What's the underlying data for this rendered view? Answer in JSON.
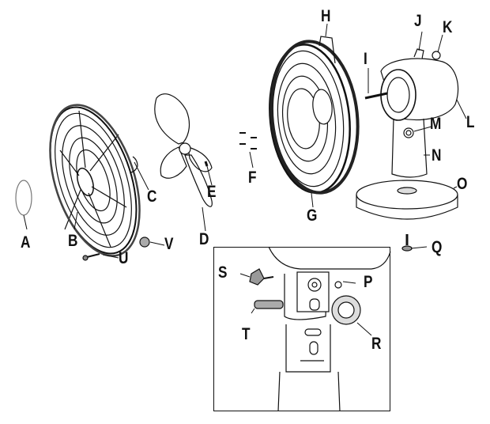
{
  "parts": [
    {
      "key": "A",
      "name": "grille-clip"
    },
    {
      "key": "B",
      "name": "front-grille"
    },
    {
      "key": "C",
      "name": "spinner-nut"
    },
    {
      "key": "D",
      "name": "fan-blade"
    },
    {
      "key": "E",
      "name": "blade-screw"
    },
    {
      "key": "F",
      "name": "grille-screws"
    },
    {
      "key": "G",
      "name": "rear-grille"
    },
    {
      "key": "H",
      "name": "carry-handle"
    },
    {
      "key": "I",
      "name": "motor-shaft"
    },
    {
      "key": "J",
      "name": "oscillation-knob"
    },
    {
      "key": "K",
      "name": "speed-switch"
    },
    {
      "key": "L",
      "name": "motor-housing"
    },
    {
      "key": "M",
      "name": "tilt-knob"
    },
    {
      "key": "N",
      "name": "pole"
    },
    {
      "key": "O",
      "name": "base"
    },
    {
      "key": "P",
      "name": "small-screw"
    },
    {
      "key": "Q",
      "name": "base-bolt"
    },
    {
      "key": "R",
      "name": "tilt-gear"
    },
    {
      "key": "S",
      "name": "tilt-knob-detail"
    },
    {
      "key": "T",
      "name": "tilt-spring"
    },
    {
      "key": "U",
      "name": "clamp-screw"
    },
    {
      "key": "V",
      "name": "clamp-nut"
    }
  ],
  "colors": {
    "line": "#111111",
    "fill": "#ffffff",
    "shade": "#cfcfcf",
    "dark": "#555555"
  }
}
